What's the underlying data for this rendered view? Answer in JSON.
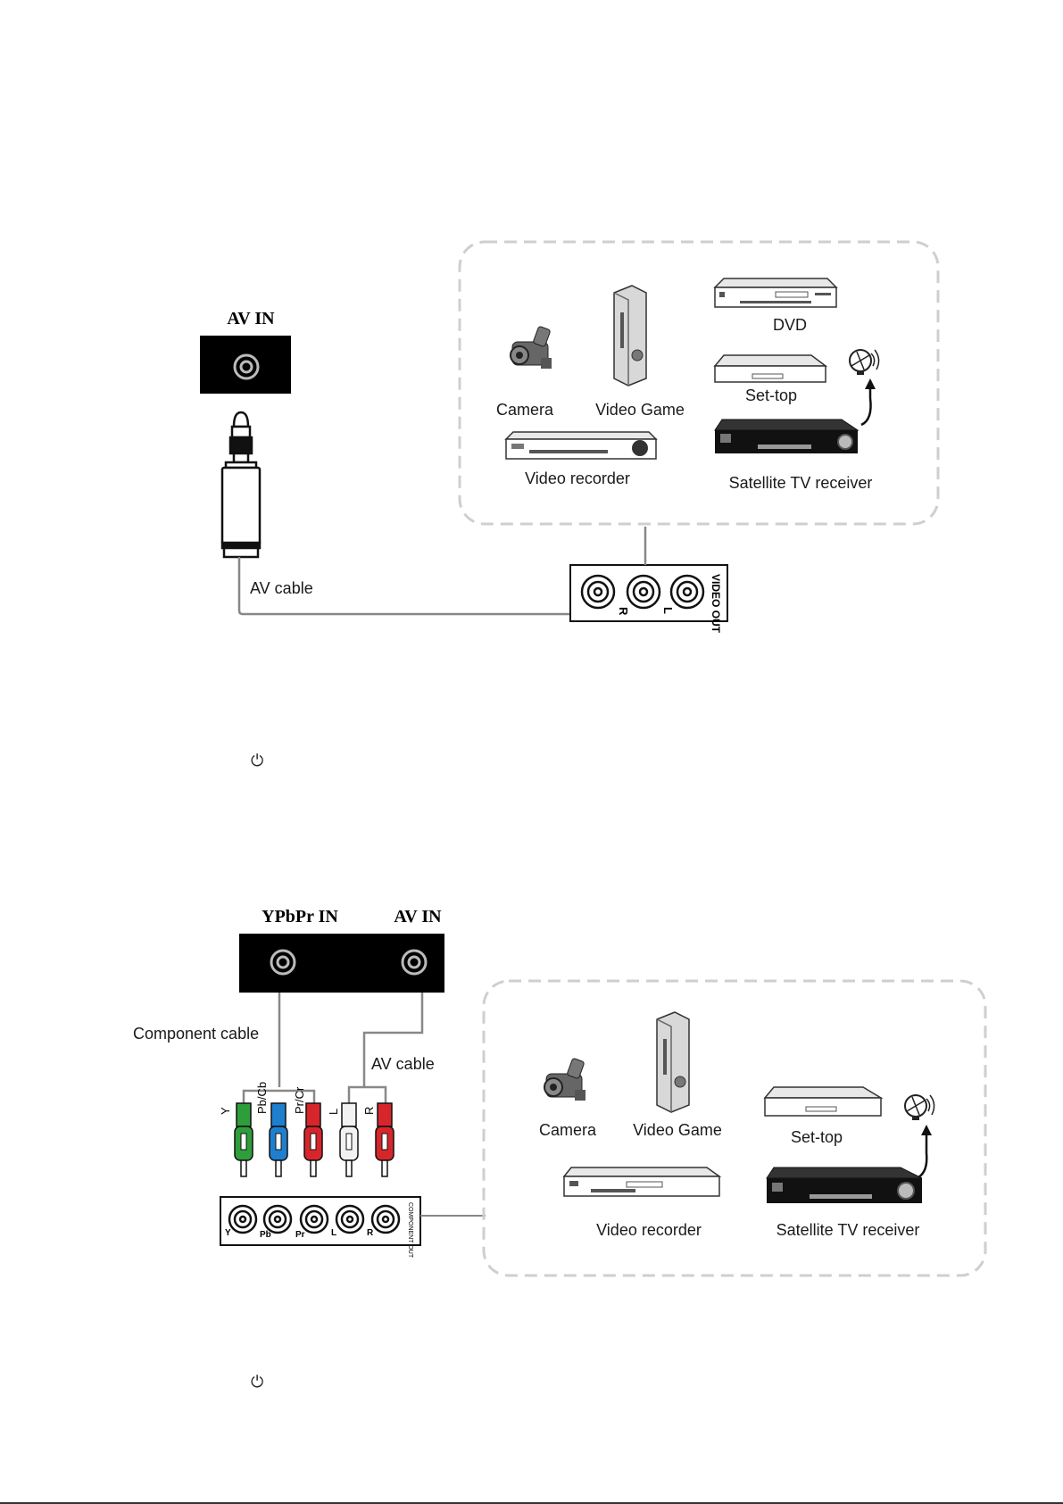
{
  "diagram1": {
    "port_title": "AV IN",
    "cable_label": "AV cable",
    "devices": {
      "camera": "Camera",
      "video_game": "Video Game",
      "dvd": "DVD",
      "settop": "Set-top",
      "video_recorder": "Video recorder",
      "satellite": "Satellite TV receiver"
    },
    "panel": {
      "title": "VIDEO OUT",
      "port_r": "R",
      "port_l": "L"
    }
  },
  "diagram2": {
    "ypbpr_title": "YPbPr IN",
    "av_title": "AV IN",
    "component_cable_label": "Component cable",
    "av_cable_label": "AV cable",
    "plug_labels": {
      "y": "Y",
      "pb": "Pb/Cb",
      "pr": "Pr/Cr",
      "l": "L",
      "r": "R"
    },
    "panel": {
      "title": "COMPONENT OUT",
      "ports": {
        "y": "Y",
        "pb": "Pb",
        "pr": "Pr",
        "l": "L",
        "r": "R"
      }
    },
    "devices": {
      "camera": "Camera",
      "video_game": "Video Game",
      "settop": "Set-top",
      "video_recorder": "Video recorder",
      "satellite": "Satellite TV receiver"
    }
  },
  "power_icons": [
    "power-icon",
    "power-icon"
  ],
  "colors": {
    "green": "#2e9e3a",
    "blue": "#1f7fcf",
    "red": "#d7262b",
    "white": "#f2f2f2",
    "dash": "#cfcfcf"
  }
}
